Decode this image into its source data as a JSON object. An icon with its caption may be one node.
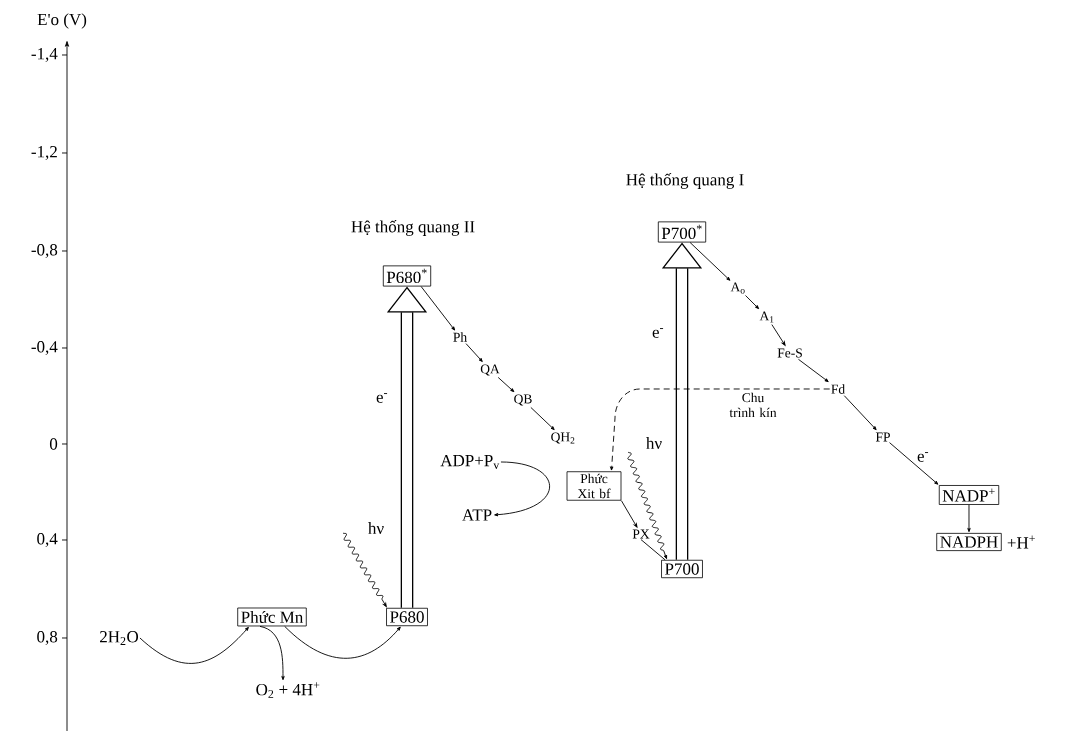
{
  "diagram": {
    "nodes": [
      {
        "text": [
          "Hệ thống quang II",
          "P680$^{*}$"
        ]
      },
      {
        "text": [
          "Ph"
        ]
      },
      {
        "text": [
          "QA"
        ]
      },
      {
        "text": [
          "QB"
        ]
      },
      {
        "text": [
          "QH$_{2}$"
        ]
      },
      {
        "text": [
          "Phức Xit bf"
        ]
      },
      {
        "text": [
          "PX"
        ]
      },
      {
        "text": [
          "P700"
        ]
      },
      {
        "text": [
          "Hệ thống quang I",
          "P700$^{*}$"
        ]
      },
      {
        "text": [
          "A$_{o}$"
        ]
      },
      {
        "text": [
          "A$_{1}$"
        ]
      },
      {
        "text": [
          "Fe-S"
        ]
      },
      {
        "text": [
          "Fd"
        ]
      },
      {
        "text": [
          "FP"
        ]
      },
      {
        "text": [
          "NADP$^{+}$"
        ]
      },
      {
        "text": [
          "NADPH"
        ],
        "beside": [
          "+H$^{+}$"
        ]
      },
      {
        "text": [
          "P680"
        ]
      },
      {
        "text": [
          "Phức Mn"
        ]
      },
      {
        "text": [
          "2H$_{2}$O"
        ]
      },
      {
        "text": [
          "O$_{2}$ + 4H$^{+}$"
        ]
      },
      {
        "text": [
          "ADP+P$_{v}$"
        ]
      },
      {
        "text": [
          "ATP"
        ]
      }
    ],
    "edges": [
      {
        "from": 16,
        "to": 0,
        "arrow": "to",
        "style": "thick",
        "label": "e$^{-}$"
      },
      {
        "from": 0,
        "to": 1,
        "arrow": "to"
      },
      {
        "from": 1,
        "to": 2,
        "arrow": "to"
      },
      {
        "from": 2,
        "to": 3,
        "arrow": "to"
      },
      {
        "from": 3,
        "to": 4,
        "arrow": "to"
      },
      {
        "from": 5,
        "to": 6,
        "arrow": "to"
      },
      {
        "from": 6,
        "to": 7,
        "arrow": "none"
      },
      {
        "from": 7,
        "to": 8,
        "arrow": "to",
        "style": "thick",
        "label": "e$^{-}$"
      },
      {
        "from": 8,
        "to": 9,
        "arrow": "to"
      },
      {
        "from": 9,
        "to": 10,
        "arrow": "to"
      },
      {
        "from": 10,
        "to": 11,
        "arrow": "to"
      },
      {
        "from": 11,
        "to": 12,
        "arrow": "to"
      },
      {
        "from": 12,
        "to": 13,
        "arrow": "to"
      },
      {
        "from": 13,
        "to": 14,
        "arrow": "to",
        "label": "e$^{-}$"
      },
      {
        "from": 14,
        "to": 15,
        "arrow": "to"
      },
      {
        "from": 12,
        "to": 5,
        "arrow": "to",
        "style": "dashed",
        "label": "Chu trình kín"
      },
      {
        "from": 18,
        "to": 17,
        "arrow": "to"
      },
      {
        "from": 17,
        "to": 19,
        "arrow": "to"
      },
      {
        "from": 17,
        "to": 16,
        "arrow": "to"
      },
      {
        "from": 20,
        "to": 21,
        "arrow": "to"
      },
      {
        "from": null,
        "to": 16,
        "arrow": "to",
        "label": "hν"
      },
      {
        "from": null,
        "to": 7,
        "arrow": "to",
        "label": "hν"
      }
    ],
    "labels": [
      "E'o (V)",
      "-1,4",
      "-1,2",
      "-0,8",
      "-0,4",
      "0",
      "0,4",
      "0,8"
    ]
  }
}
